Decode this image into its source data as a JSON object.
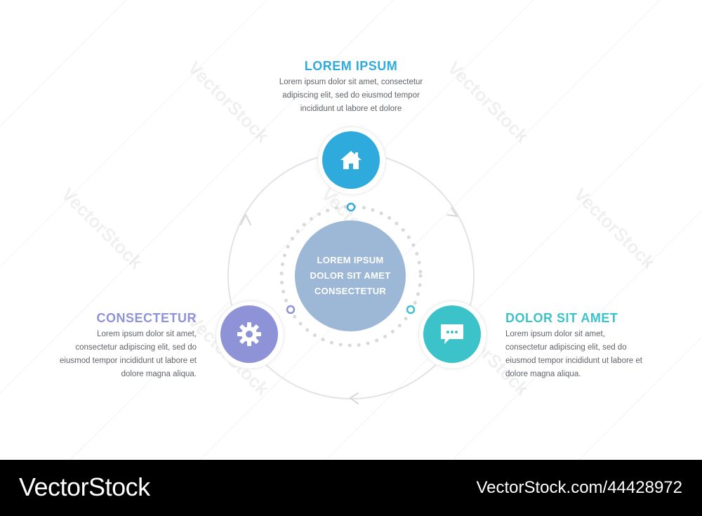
{
  "center": {
    "lines": [
      "LOREM IPSUM",
      "DOLOR SIT AMET",
      "CONSECTETUR"
    ],
    "color": "#9db7d6"
  },
  "steps": [
    {
      "title": "LOREM IPSUM",
      "color": "#2eaadc",
      "icon": "home-icon",
      "desc": [
        "Lorem ipsum dolor sit amet, consectetur",
        "adipiscing elit, sed do eiusmod tempor",
        "incididunt ut labore et dolore"
      ]
    },
    {
      "title": "DOLOR SIT AMET",
      "color": "#3cc3c9",
      "icon": "chat-bubble-icon",
      "desc": [
        "Lorem ipsum dolor sit amet,",
        "consectetur adipiscing elit, sed do",
        "eiusmod tempor incididunt ut labore et",
        "dolore magna aliqua."
      ]
    },
    {
      "title": "CONSECTETUR",
      "color": "#8e93d7",
      "icon": "gear-icon",
      "desc": [
        "Lorem ipsum dolor sit amet,",
        "consectetur adipiscing elit, sed do",
        "eiusmod tempor incididunt ut labore et",
        "dolore magna aliqua."
      ]
    }
  ],
  "watermark": {
    "text": "VectorStock"
  },
  "footer": {
    "brand": "VectorStock",
    "image_id": "VectorStock.com/44428972"
  }
}
